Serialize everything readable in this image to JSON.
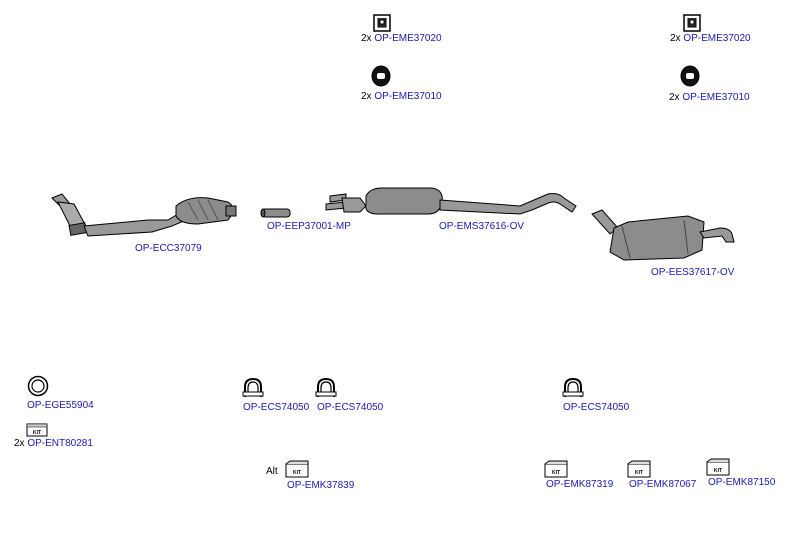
{
  "parts": {
    "hanger_a_left": {
      "qty": "2x",
      "code": "OP-EME37020"
    },
    "hanger_a_right": {
      "qty": "2x",
      "code": "OP-EME37020"
    },
    "hanger_b_left": {
      "qty": "2x",
      "code": "OP-EME37010"
    },
    "hanger_b_right": {
      "qty": "2x",
      "code": "OP-EME37010"
    },
    "front_pipe_cat": {
      "code": "OP-ECC37079"
    },
    "connector_pipe": {
      "code": "OP-EEP37001-MP"
    },
    "middle_silencer": {
      "code": "OP-EMS37616-OV"
    },
    "rear_silencer": {
      "code": "OP-EES37617-OV"
    },
    "gasket": {
      "code": "OP-EGE55904"
    },
    "fitting_kit": {
      "qty": "2x",
      "code": "OP-ENT80281",
      "icon_text": "KIT"
    },
    "clamp_1": {
      "code": "OP-ECS74050"
    },
    "clamp_2": {
      "code": "OP-ECS74050"
    },
    "clamp_3": {
      "code": "OP-ECS74050"
    },
    "mount_kit_1": {
      "prefix": "Alt",
      "code": "OP-EMK37839",
      "icon_text": "KIT"
    },
    "mount_kit_2": {
      "code": "OP-EMK87319",
      "icon_text": "KIT"
    },
    "mount_kit_3": {
      "code": "OP-EMK87067",
      "icon_text": "KIT"
    },
    "mount_kit_4": {
      "code": "OP-EMK87150",
      "icon_text": "KIT"
    }
  },
  "colors": {
    "link": "#1a1ab0",
    "part_fill": "#8c8c8c",
    "outline": "#000000"
  }
}
